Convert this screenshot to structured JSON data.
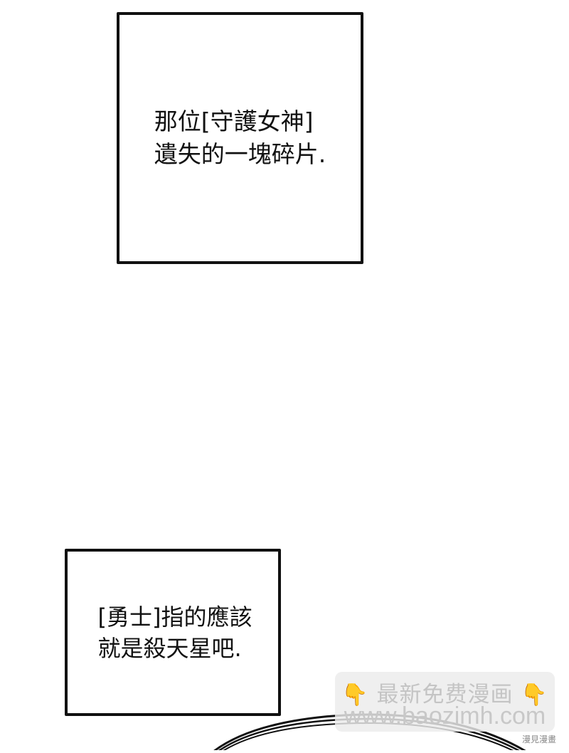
{
  "panels": [
    {
      "lines": [
        "那位[守護女神]",
        "遺失的一塊碎片."
      ]
    },
    {
      "lines": [
        "[勇士]指的應該",
        "就是殺天星吧."
      ]
    }
  ],
  "watermark": {
    "hand_icon": "👇",
    "title": "最新免费漫画",
    "url": "www.baozimh.com",
    "small_text": "漫見漫畫"
  },
  "colors": {
    "border": "#111111",
    "background": "#ffffff",
    "watermark_bg": "#ececec",
    "watermark_text": "#c4c4c4",
    "hand": "#f4b400"
  }
}
